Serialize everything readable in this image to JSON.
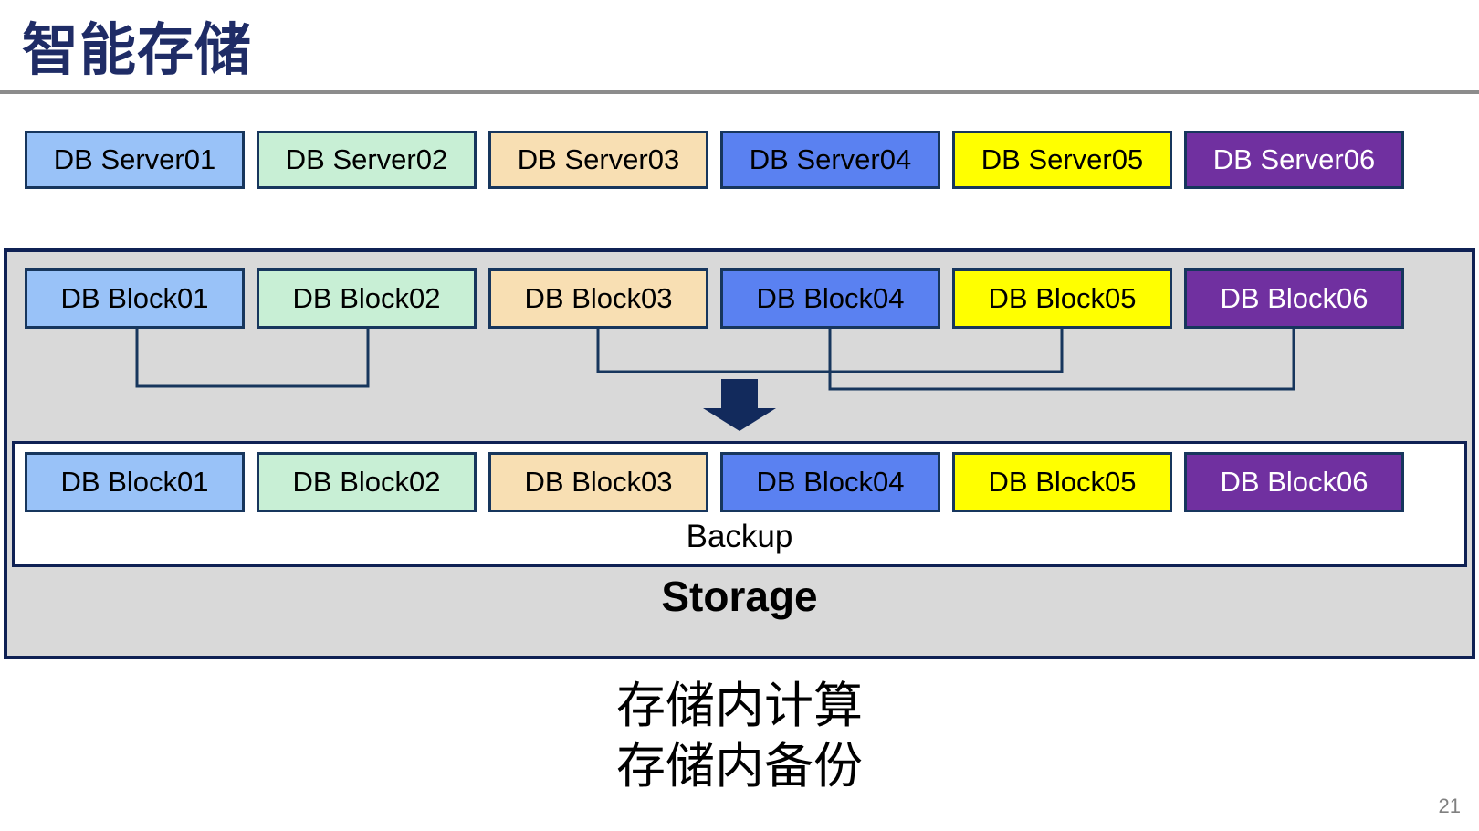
{
  "title": "智能存储",
  "page_number": "21",
  "notes": {
    "line1": "存储内计算",
    "line2": "存储内备份"
  },
  "palette": [
    {
      "name": "light-blue",
      "fill": "#99C2F8",
      "text": "#000000"
    },
    {
      "name": "mint-green",
      "fill": "#C8EFD5",
      "text": "#000000"
    },
    {
      "name": "tan",
      "fill": "#F8DFB3",
      "text": "#000000"
    },
    {
      "name": "royal-blue",
      "fill": "#5A81F1",
      "text": "#000000"
    },
    {
      "name": "yellow",
      "fill": "#FFFF00",
      "text": "#000000"
    },
    {
      "name": "purple",
      "fill": "#7030A0",
      "text": "#FFFFFF"
    }
  ],
  "servers": {
    "labels": [
      "DB Server01",
      "DB Server02",
      "DB Server03",
      "DB Server04",
      "DB Server05",
      "DB Server06"
    ]
  },
  "storage": {
    "label": "Storage",
    "top_blocks": [
      "DB Block01",
      "DB Block02",
      "DB Block03",
      "DB Block04",
      "DB Block05",
      "DB Block06"
    ],
    "backup": {
      "label": "Backup",
      "blocks": [
        "DB Block01",
        "DB Block02",
        "DB Block03",
        "DB Block04",
        "DB Block05",
        "DB Block06"
      ]
    }
  },
  "colors": {
    "title": "#1F2C66",
    "rule": "#8C8C8C",
    "box_border": "#17365D",
    "container_border": "#0F2154",
    "container_fill": "#D9D9D9",
    "panel_fill": "#FFFFFF",
    "connector": "#17365D",
    "arrow": "#122A5C",
    "page_number": "#808080"
  }
}
